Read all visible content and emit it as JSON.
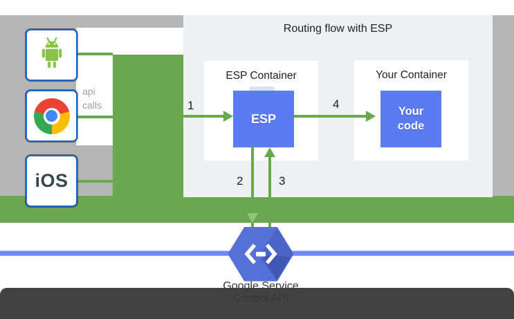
{
  "title": "Routing flow with ESP",
  "clients": {
    "android": {
      "icon": "android-icon"
    },
    "chrome": {
      "icon": "chrome-icon"
    },
    "ios": {
      "label": "iOS"
    }
  },
  "annotations": {
    "api_calls_line1": "api",
    "api_calls_line2": "calls"
  },
  "esp_container": {
    "title": "ESP Container",
    "box_label": "ESP"
  },
  "your_container": {
    "title": "Your Container",
    "box_label_line1": "Your",
    "box_label_line2": "code"
  },
  "steps": {
    "s1": "1",
    "s2": "2",
    "s3": "3",
    "s4": "4"
  },
  "service": {
    "name_line1": "Google Service",
    "name_line2": "Control API",
    "icon": "cloud-endpoints-hexagon-icon"
  },
  "colors": {
    "green": "#6aa84f",
    "green_light": "#93c47d",
    "box_blue": "#5b7bf0",
    "hexagon_blue": "#5571d8",
    "service_line_blue": "#6f89ef",
    "rail_gray": "#b5b5b5",
    "panel_gray": "#eef0f1",
    "footer_dark": "#3a3a3a",
    "client_border_blue": "#1967d2"
  }
}
